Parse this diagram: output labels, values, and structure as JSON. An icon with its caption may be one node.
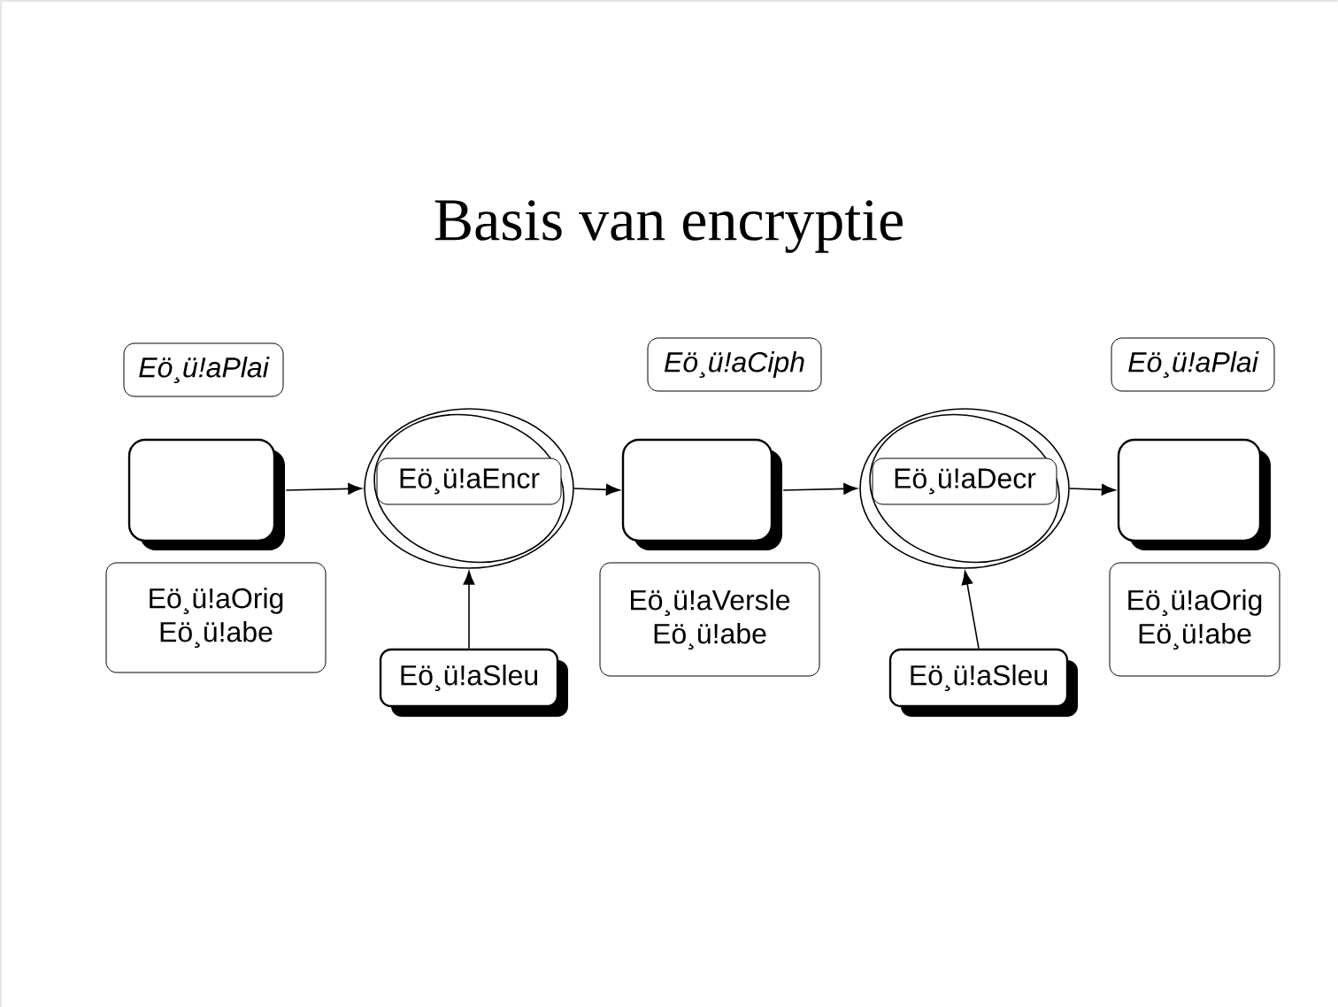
{
  "diagram": {
    "title": "Basis van encryptie",
    "nodes": [
      {
        "text": [
          "Eö¸ü!aPlai"
        ]
      },
      {
        "text": [],
        "shape": "box"
      },
      {
        "text": [
          "Eö¸ü!aOrig Eö¸ü!abe"
        ]
      },
      {
        "text": [],
        "shape": "ellipse"
      },
      {
        "text": [
          "Eö¸ü!aEncr"
        ],
        "in": 3
      },
      {
        "text": [
          "Eö¸ü!aSleu"
        ]
      },
      {
        "text": [
          "Eö¸ü!aCiph"
        ]
      },
      {
        "text": [],
        "shape": "box"
      },
      {
        "text": [
          "Eö¸ü!aVersle Eö¸ü!abe"
        ]
      },
      {
        "text": [],
        "shape": "ellipse"
      },
      {
        "text": [
          "Eö¸ü!aDecr"
        ],
        "in": 9
      },
      {
        "text": [
          "Eö¸ü!aSleu"
        ]
      },
      {
        "text": [
          "Eö¸ü!aPlai"
        ]
      },
      {
        "text": [],
        "shape": "box"
      },
      {
        "text": [
          "Eö¸ü!aOrig Eö¸ü!abe"
        ]
      }
    ],
    "edges": [
      {
        "from": 1,
        "to": 3,
        "arrow": "to"
      },
      {
        "from": 3,
        "to": 7,
        "arrow": "to"
      },
      {
        "from": 7,
        "to": 9,
        "arrow": "to"
      },
      {
        "from": 9,
        "to": 13,
        "arrow": "to"
      },
      {
        "from": 5,
        "to": 3,
        "arrow": "to"
      },
      {
        "from": 11,
        "to": 9,
        "arrow": "to"
      }
    ]
  }
}
